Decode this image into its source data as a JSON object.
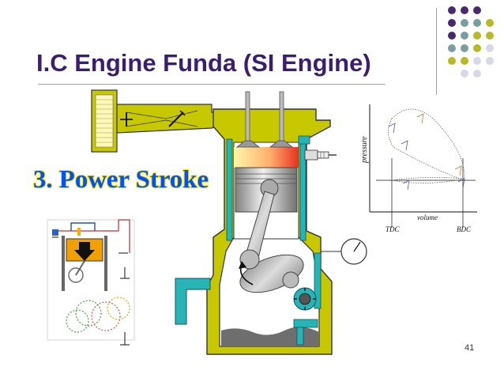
{
  "slide": {
    "title": "I.C Engine Funda (SI Engine)",
    "stroke_label": "3. Power Stroke",
    "page_number": "41"
  },
  "pv_diagram": {
    "ylabel": "pressure",
    "xlabel": "volume",
    "tdc_label": "TDC",
    "bdc_label": "BDC"
  },
  "colors": {
    "title": "#3b1f6e",
    "dot_purple": "#4a2a6e",
    "dot_teal": "#7a9e9f",
    "dot_olive": "#b8b82a",
    "dot_lavender": "#d8d8e8",
    "engine_olive": "#c8c800",
    "coolant_cyan": "#28b4b4",
    "stroke_label_fill": "#0050ff",
    "stroke_label_outline": "#ffea00"
  },
  "icons": [
    "crankshaft-icon",
    "pressure-gauge-icon",
    "oil-pump-icon",
    "spark-plug-icon"
  ]
}
